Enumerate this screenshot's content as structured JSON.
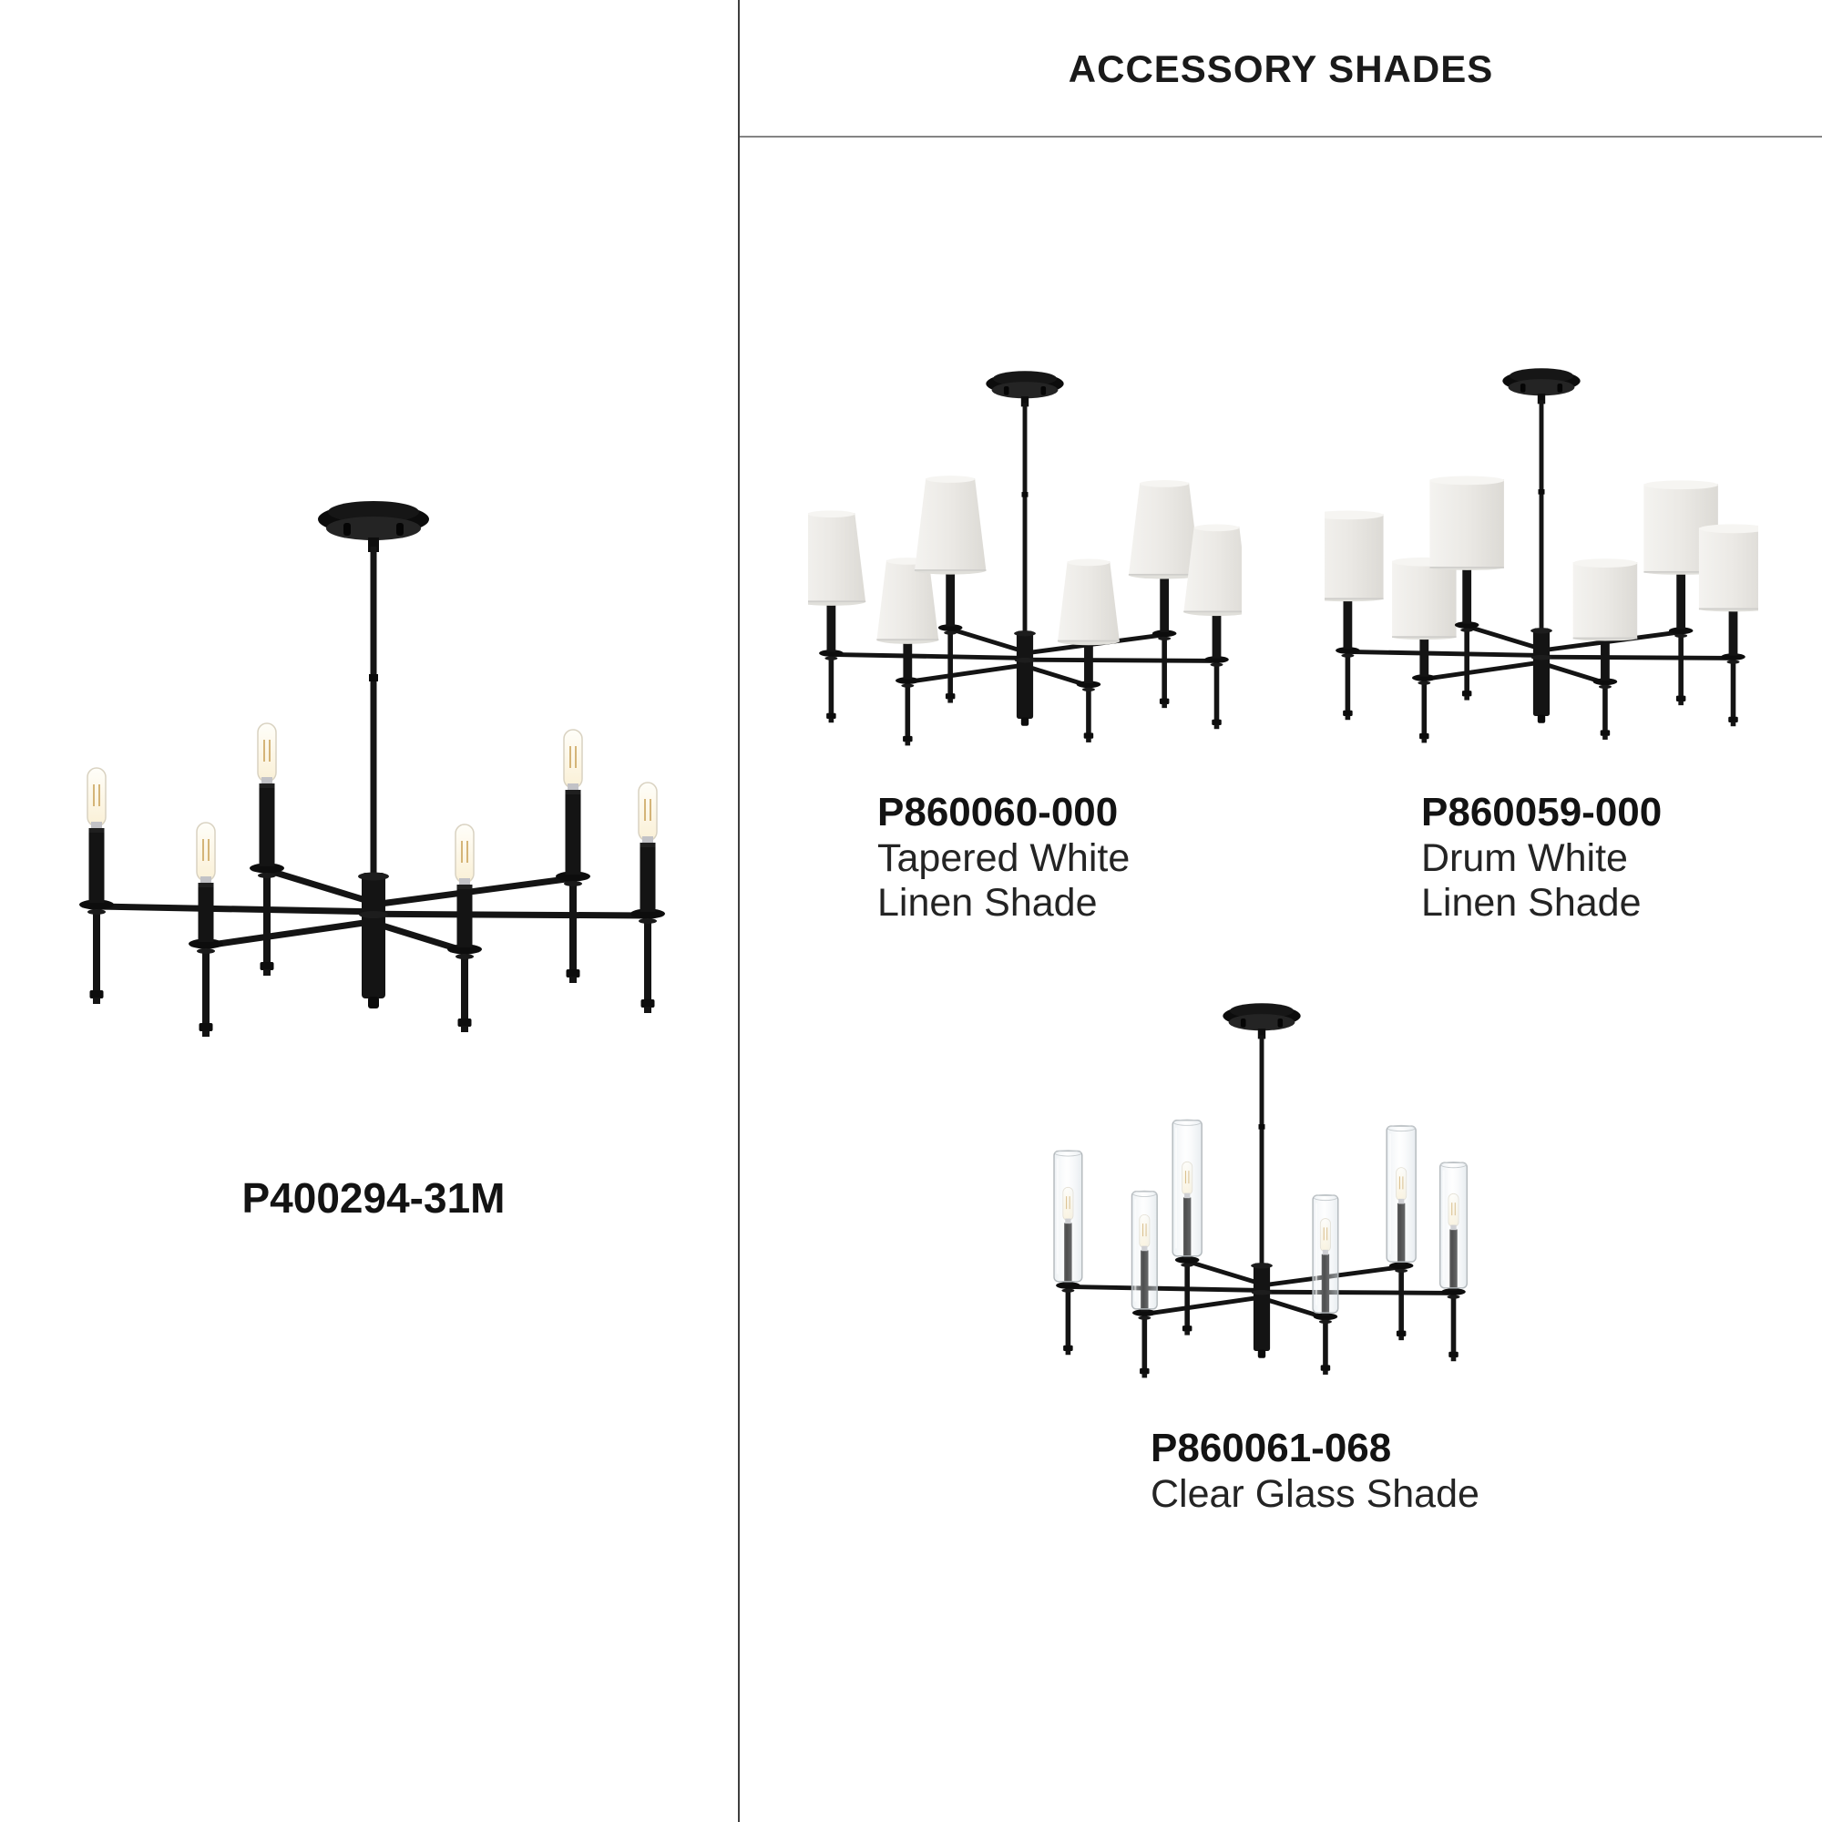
{
  "header": {
    "title": "ACCESSORY SHADES"
  },
  "main_product": {
    "code": "P400294-31M",
    "image_alt": "Six-light matte black chandelier with exposed tubular bulbs"
  },
  "accessories": [
    {
      "code": "P860060-000",
      "line1": "Tapered White",
      "line2": "Linen Shade",
      "image_alt": "Chandelier shown with tapered white linen shades"
    },
    {
      "code": "P860059-000",
      "line1": "Drum White",
      "line2": "Linen Shade",
      "image_alt": "Chandelier shown with drum white linen shades"
    },
    {
      "code": "P860061-068",
      "line1": "Clear Glass Shade",
      "image_alt": "Chandelier shown with clear glass cylinder shades"
    }
  ],
  "colors": {
    "metal_black": "#141414",
    "linen_shade": "#eceae6",
    "clear_glass": "#dfe6ea",
    "bulb_warm_white": "#fdf7e6",
    "divider": "#3f3f3f",
    "header_rule": "#848484",
    "text": "#1a1a1a"
  }
}
